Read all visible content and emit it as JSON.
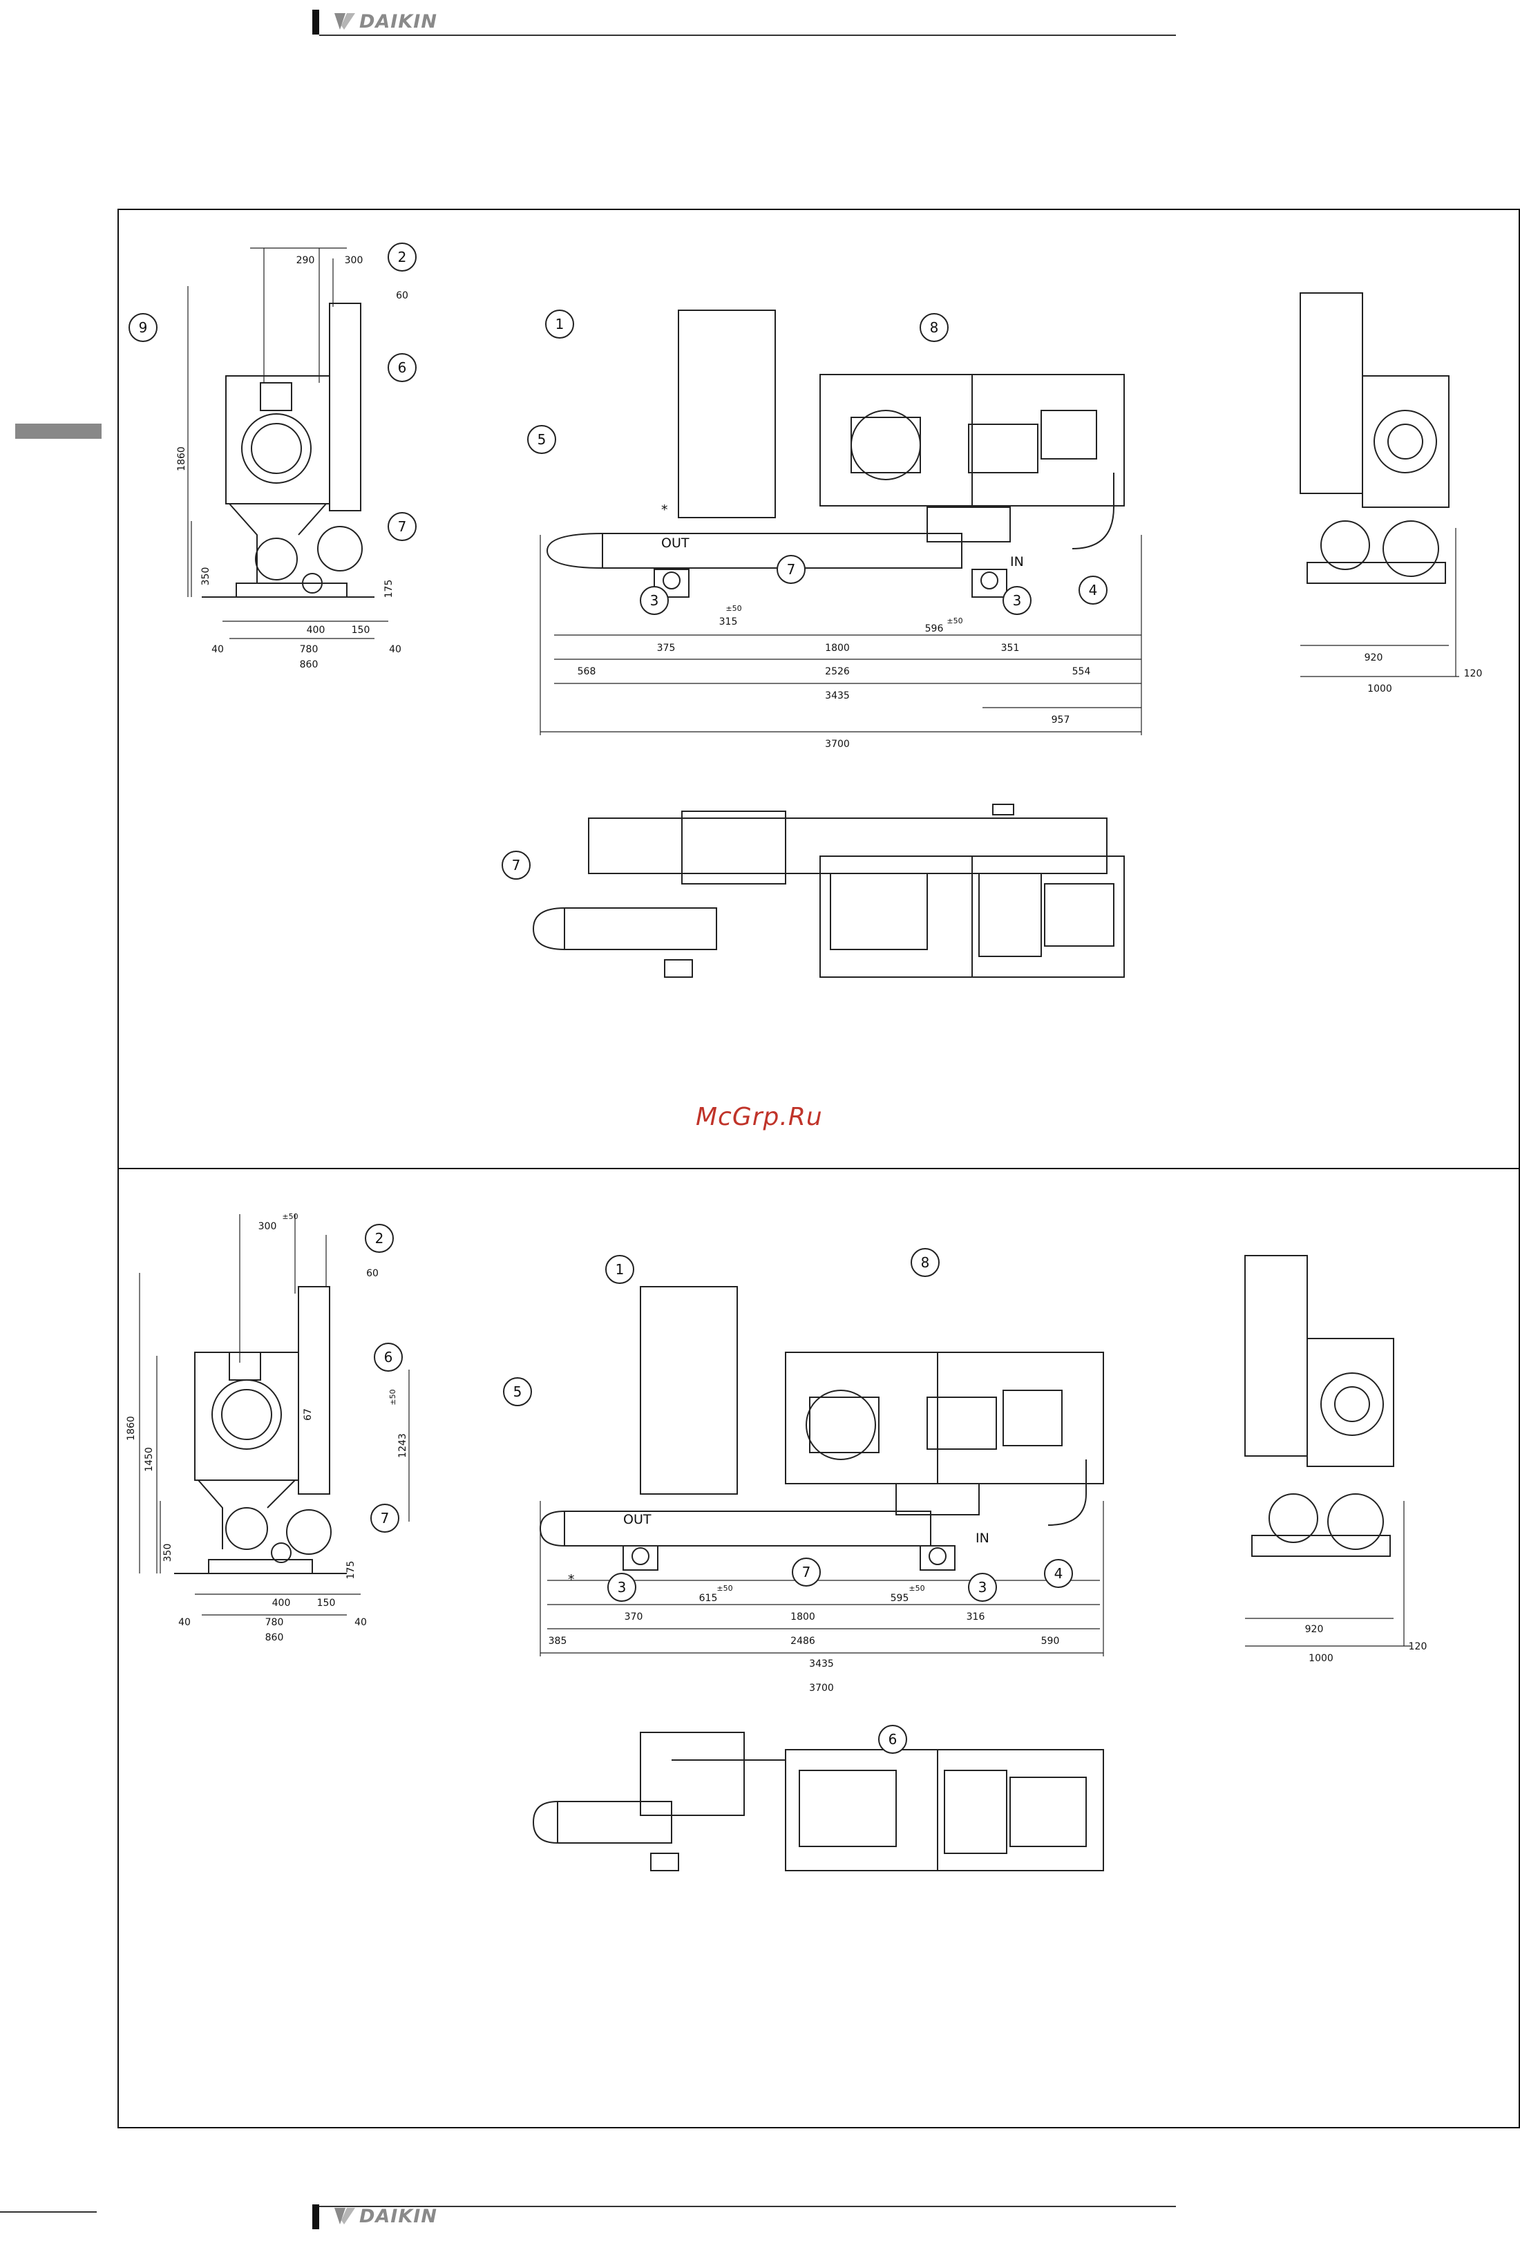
{
  "header": {
    "brand": "DAIKIN"
  },
  "footer": {
    "brand": "DAIKIN"
  },
  "watermark": "McGrp.Ru",
  "colors": {
    "watermark": "#c0342a",
    "line": "#111111",
    "brand_gray": "#8a8a8a"
  },
  "panel_top": {
    "callouts": [
      "1",
      "2",
      "3",
      "4",
      "5",
      "6",
      "7",
      "8",
      "9"
    ],
    "side_view": {
      "dims": [
        "290",
        "300",
        "60",
        "1860",
        "350",
        "175",
        "400",
        "150",
        "40",
        "780",
        "40",
        "860"
      ]
    },
    "front_view": {
      "labels": {
        "out": "OUT",
        "in": "IN",
        "star": "*"
      },
      "dims": [
        "315",
        "±50",
        "375",
        "1800",
        "596",
        "±50",
        "351",
        "568",
        "2526",
        "554",
        "3435",
        "957",
        "3700"
      ]
    },
    "end_view": {
      "dims": [
        "920",
        "120",
        "1000"
      ]
    }
  },
  "panel_bottom": {
    "callouts": [
      "1",
      "2",
      "3",
      "4",
      "5",
      "6",
      "7",
      "8"
    ],
    "side_view": {
      "dims": [
        "300",
        "±50",
        "60",
        "1860",
        "1450",
        "67",
        "1243",
        "±50",
        "350",
        "175",
        "400",
        "150",
        "40",
        "780",
        "40",
        "860"
      ]
    },
    "front_view": {
      "labels": {
        "out": "OUT",
        "in": "IN",
        "star": "*"
      },
      "dims": [
        "615",
        "±50",
        "595",
        "±50",
        "370",
        "1800",
        "316",
        "385",
        "2486",
        "590",
        "3435",
        "3700"
      ]
    },
    "end_view": {
      "dims": [
        "920",
        "120",
        "1000"
      ]
    }
  }
}
